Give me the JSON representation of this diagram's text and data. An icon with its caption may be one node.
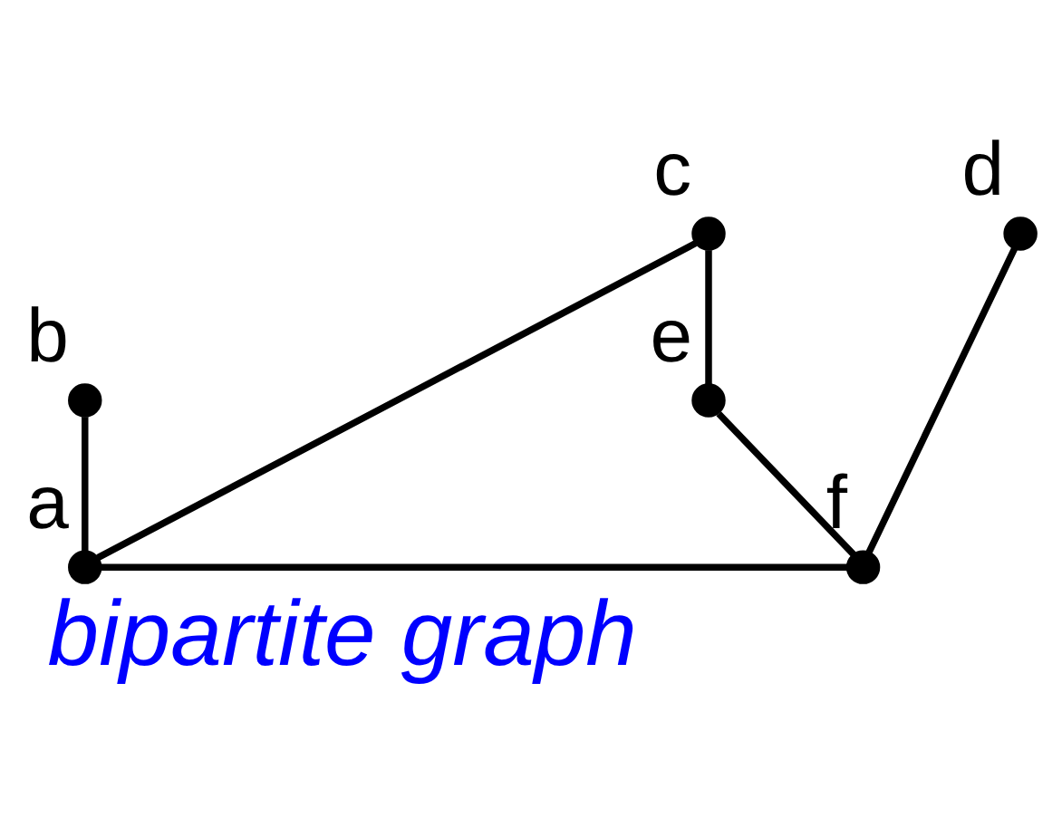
{
  "diagram": {
    "caption": "bipartite graph",
    "nodes": [
      {
        "text": [],
        "shape": "circle",
        "beside": [
          "b"
        ]
      },
      {
        "text": [],
        "shape": "circle",
        "beside": [
          "a"
        ]
      },
      {
        "text": [],
        "shape": "circle",
        "beside": [
          "c"
        ]
      },
      {
        "text": [],
        "shape": "circle",
        "beside": [
          "f"
        ]
      },
      {
        "text": [],
        "shape": "circle",
        "beside": [
          "d"
        ]
      },
      {
        "text": [],
        "shape": "circle",
        "beside": [
          "e"
        ]
      }
    ],
    "edges": [
      {
        "from": 0,
        "to": 1,
        "arrow": "none"
      },
      {
        "from": 1,
        "to": 2,
        "arrow": "none"
      },
      {
        "from": 1,
        "to": 3,
        "arrow": "none"
      },
      {
        "from": 2,
        "to": 5,
        "arrow": "none"
      },
      {
        "from": 4,
        "to": 3,
        "arrow": "none"
      },
      {
        "from": 5,
        "to": 3,
        "arrow": "none"
      }
    ]
  }
}
